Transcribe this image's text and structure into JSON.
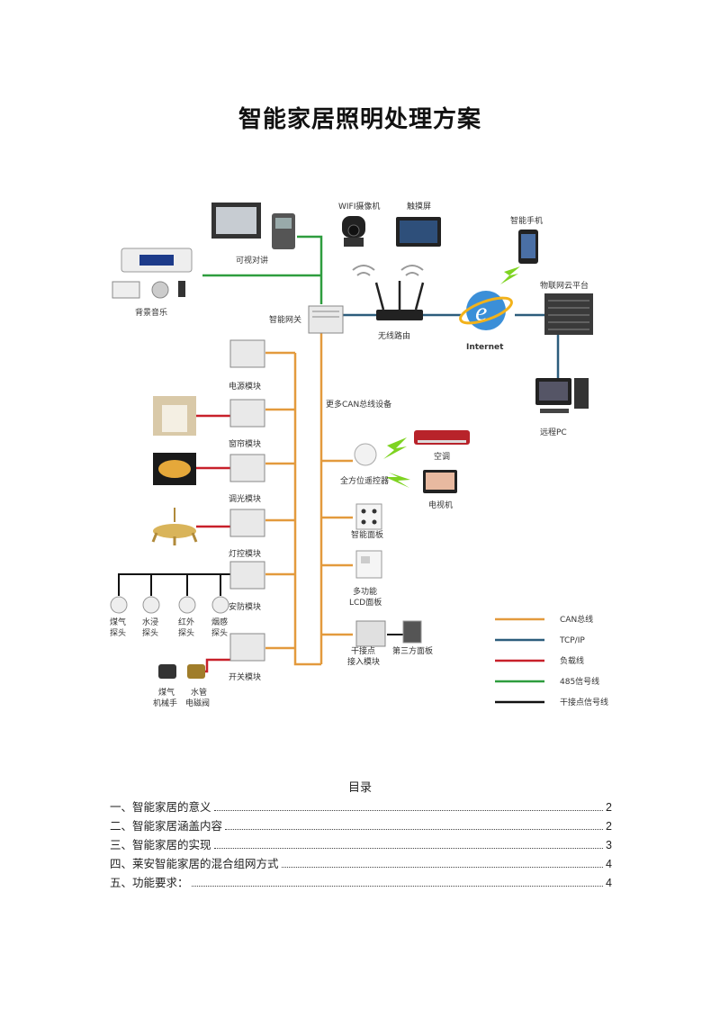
{
  "title": "智能家居照明处理方案",
  "diagram": {
    "devices": {
      "video_intercom": "可视对讲",
      "background_music": "背景音乐",
      "wifi_camera": "WIFI摄像机",
      "touchscreen": "触摸屏",
      "smartphone": "智能手机",
      "iot_cloud": "物联网云平台",
      "gateway": "智能网关",
      "router": "无线路由",
      "internet": "Internet",
      "remote_pc": "远程PC",
      "power_module": "电源模块",
      "curtain_module": "窗帘模块",
      "dimming_module": "调光模块",
      "light_module": "灯控模块",
      "security_module": "安防模块",
      "switch_module": "开关模块",
      "more_can": "更多CAN总线设备",
      "remote_controller": "全方位遥控器",
      "aircon": "空调",
      "tv": "电视机",
      "smart_panel": "智能面板",
      "lcd_panel_line1": "多功能",
      "lcd_panel_line2": "LCD面板",
      "dry_contact_line1": "干接点",
      "dry_contact_line2": "接入模块",
      "third_party_panel": "第三方面板",
      "gas_probe_line1": "煤气",
      "gas_probe_line2": "探头",
      "water_probe_line1": "水浸",
      "water_probe_line2": "探头",
      "ir_probe_line1": "红外",
      "ir_probe_line2": "探头",
      "smoke_probe_line1": "烟感",
      "smoke_probe_line2": "探头",
      "gas_arm_line1": "煤气",
      "gas_arm_line2": "机械手",
      "water_valve_line1": "水管",
      "water_valve_line2": "电磁阀"
    },
    "legend": [
      {
        "label": "CAN总线",
        "color": "#e39a3d"
      },
      {
        "label": "TCP/IP",
        "color": "#2c5d7c"
      },
      {
        "label": "负载线",
        "color": "#c8202a"
      },
      {
        "label": "485信号线",
        "color": "#2e9d3e"
      },
      {
        "label": "干接点信号线",
        "color": "#111111"
      }
    ]
  },
  "toc": {
    "heading": "目录",
    "entries": [
      {
        "text": "一、智能家居的意义",
        "page": "2"
      },
      {
        "text": "二、智能家居涵盖内容",
        "page": "2"
      },
      {
        "text": "三、智能家居的实现",
        "page": "3"
      },
      {
        "text": "四、莱安智能家居的混合组网方式",
        "page": "4"
      },
      {
        "text": "五、功能要求：",
        "page": "4"
      }
    ]
  }
}
